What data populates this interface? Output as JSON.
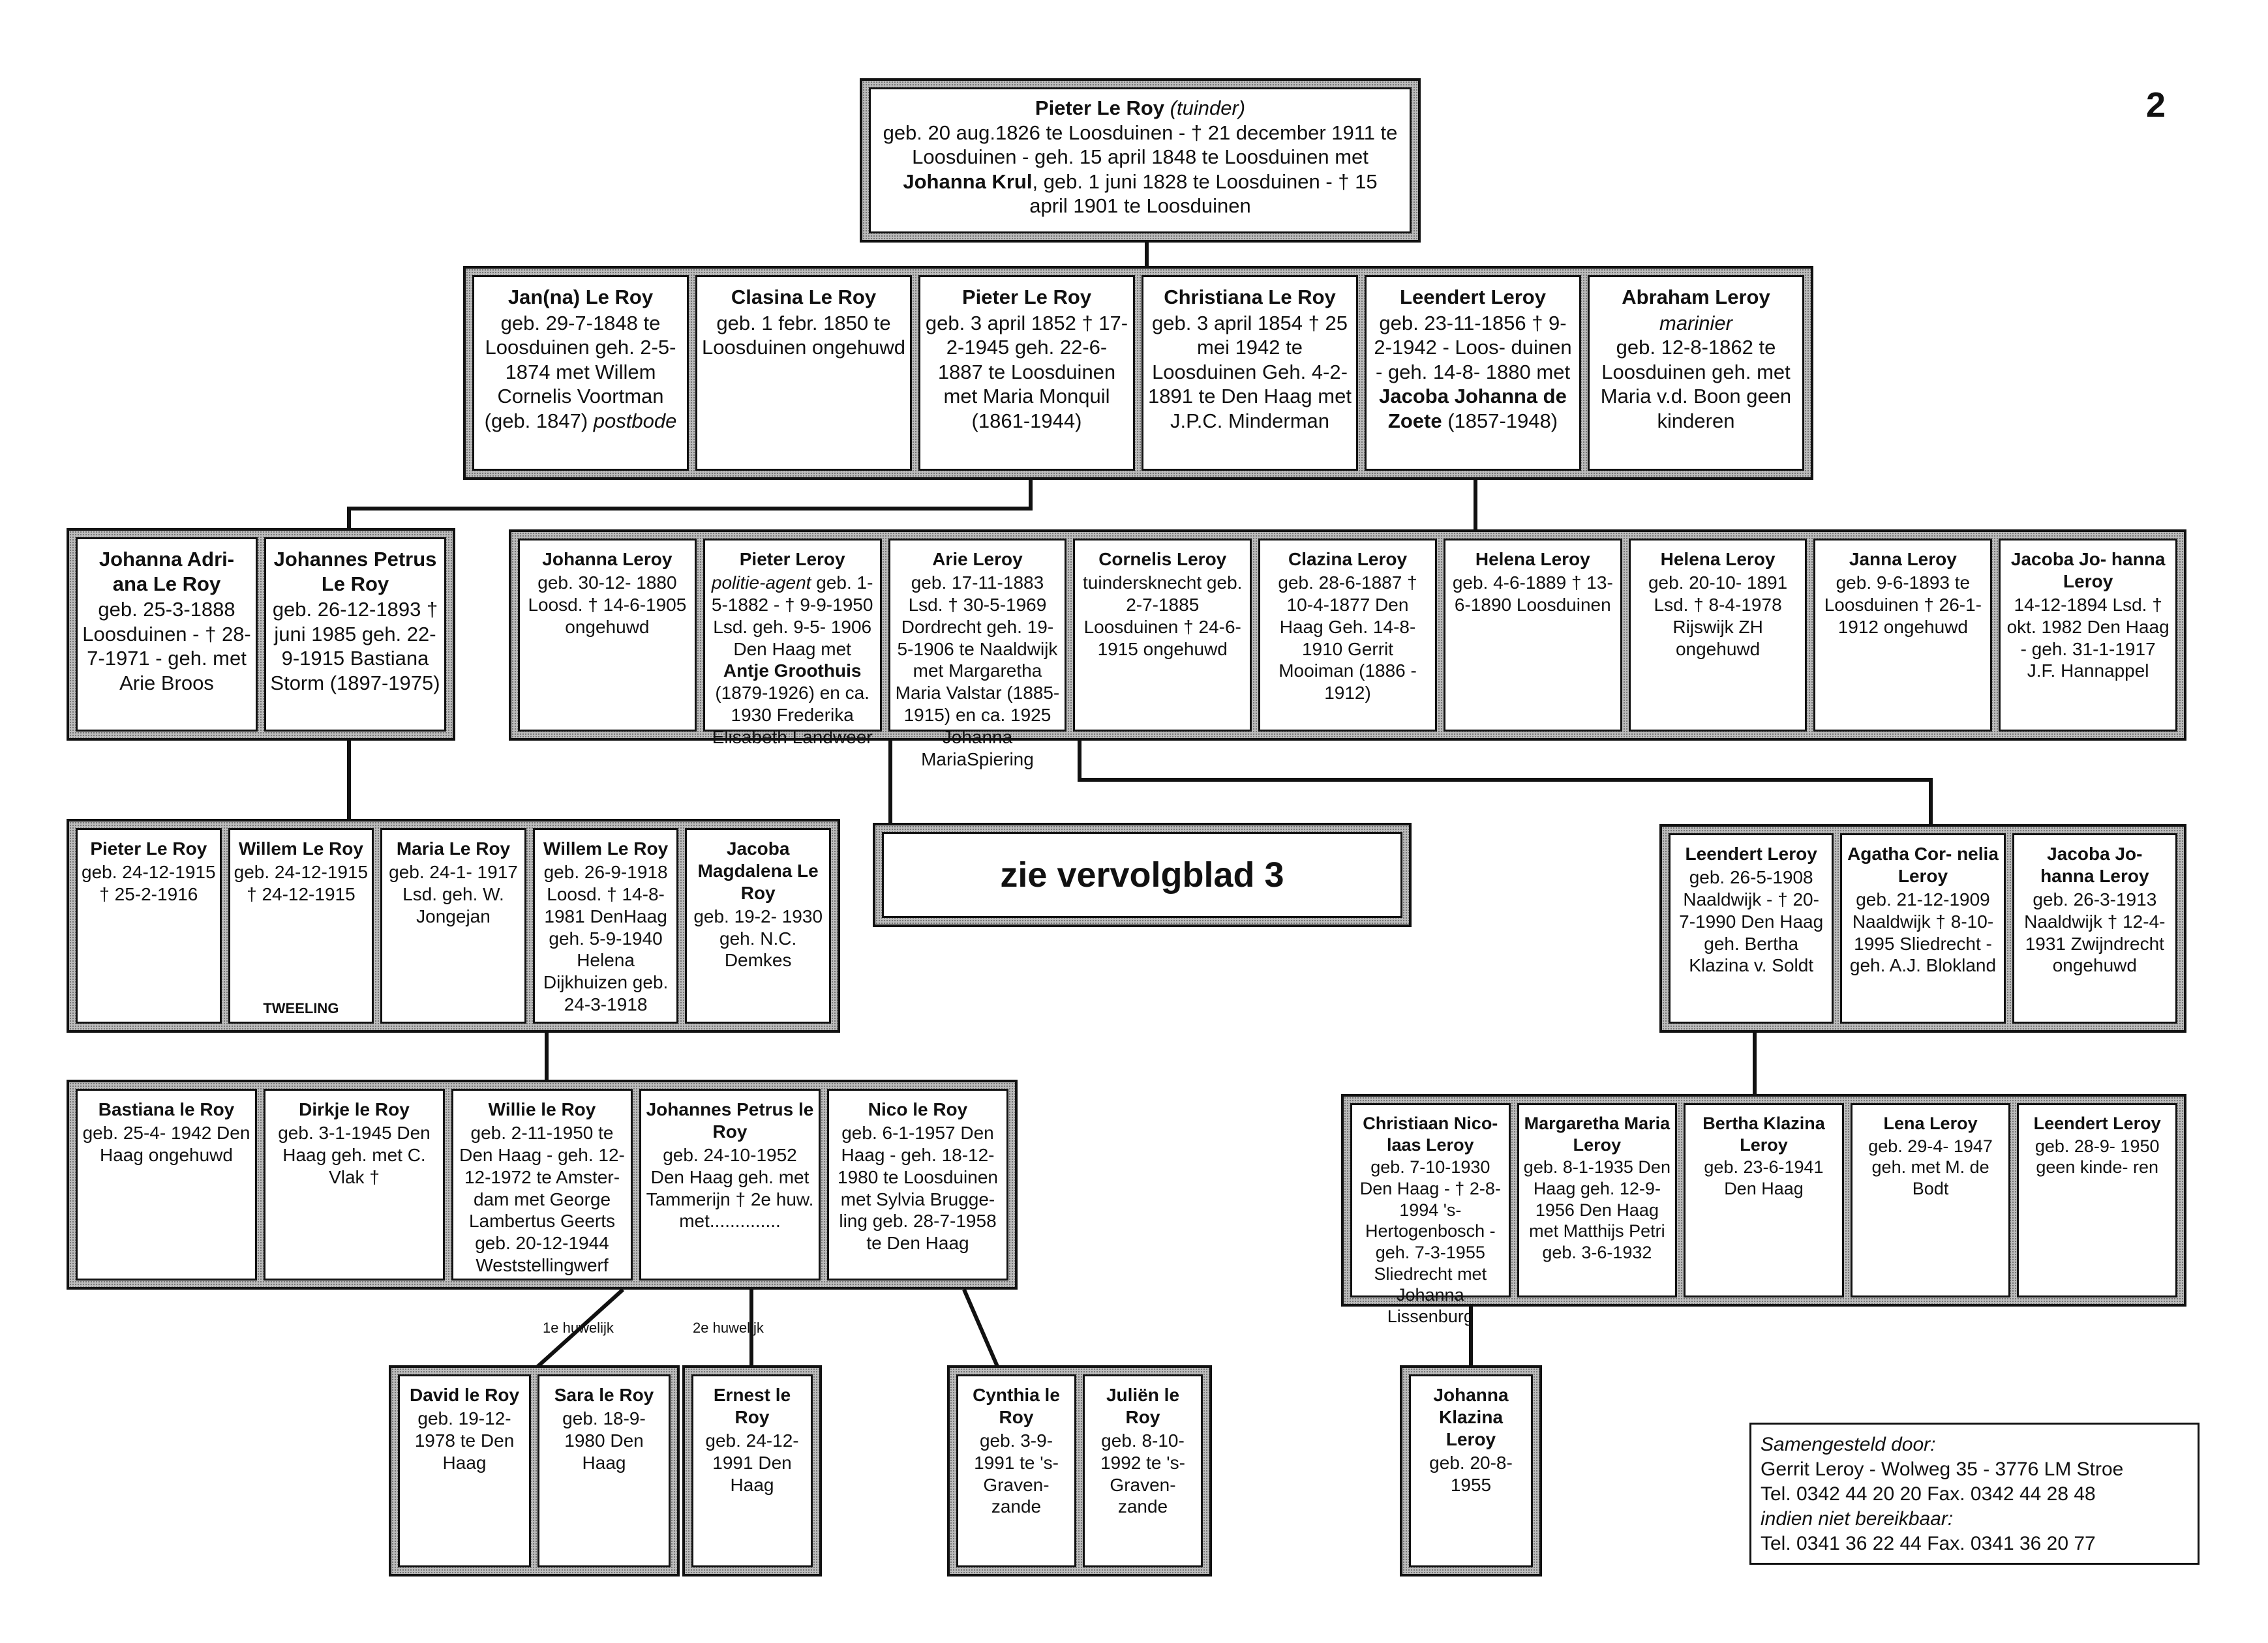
{
  "page_number": "2",
  "cross_reference": "zie vervolgblad 3",
  "edge_labels": {
    "first_marriage": "1e huwelijk",
    "second_marriage": "2e huwelijk"
  },
  "root": {
    "name": "Pieter Le Roy",
    "html": "<i>(tuinder)</i><br>geb. 20 aug.1826 te Loosduinen - † 21 december 1911 te Loosduinen - geh. 15 april 1848 te Loosduinen met <b>Johanna Krul</b>, geb. 1 juni 1828 te Loosduinen - † 15 april 1901 te Loosduinen"
  },
  "gen1": [
    {
      "name": "Jan(na) Le Roy",
      "html": "geb. 29-7-1848 te Loosduinen geh. 2-5-1874 met Willem Cornelis Voortman (geb. 1847) <i>postbode</i>"
    },
    {
      "name": "Clasina Le Roy",
      "html": "geb. 1 febr. 1850 te Loosduinen ongehuwd"
    },
    {
      "name": "Pieter Le Roy",
      "html": "geb. 3 april 1852 † 17-2-1945 geh. 22-6-1887 te Loosduinen met Maria Monquil (1861-1944)"
    },
    {
      "name": "Christiana Le Roy",
      "html": "geb. 3 april 1854 † 25 mei 1942 te Loosduinen Geh. 4-2-1891 te Den Haag met J.P.C. Minderman"
    },
    {
      "name": "Leendert Leroy",
      "html": "geb. 23-11-1856 † 9-2-1942 - Loos- duinen - geh. 14-8- 1880 met <b>Jacoba Johanna de Zoete</b> (1857-1948)"
    },
    {
      "name": "Abraham Leroy",
      "html": "<i>marinier</i><br>geb. 12-8-1862 te Loosduinen geh. met Maria v.d. Boon geen kinderen"
    }
  ],
  "gen2_left": [
    {
      "name": "Johanna Adri- ana Le Roy",
      "html": "geb. 25-3-1888 Loosduinen - † 28-7-1971 - geh. met Arie Broos"
    },
    {
      "name": "Johannes Petrus Le Roy",
      "html": "geb. 26-12-1893 † juni 1985 geh. 22-9-1915 Bastiana Storm (1897-1975)"
    }
  ],
  "gen2_right": [
    {
      "name": "Johanna Leroy",
      "html": "geb. 30-12- 1880 Loosd. † 14-6-1905 ongehuwd"
    },
    {
      "name": "Pieter Leroy",
      "html": "<i>politie-agent</i> geb. 1-5-1882 - † 9-9-1950 Lsd. geh. 9-5- 1906 Den Haag met <b>Antje Groothuis</b> (1879-1926) en ca. 1930 Frederika Elisabeth Landweer"
    },
    {
      "name": "Arie Leroy",
      "html": "geb. 17-11-1883 Lsd. † 30-5-1969 Dordrecht geh. 19-5-1906 te Naaldwijk met Margaretha Maria Valstar (1885-1915) en ca. 1925 Johanna MariaSpiering"
    },
    {
      "name": "Cornelis Leroy",
      "html": "tuindersknecht geb. 2-7-1885 Loosduinen † 24-6-1915 ongehuwd"
    },
    {
      "name": "Clazina Leroy",
      "html": "geb. 28-6-1887 † 10-4-1877 Den Haag Geh. 14-8-1910 Gerrit Mooiman (1886 - 1912)"
    },
    {
      "name": "Helena Leroy",
      "html": "geb. 4-6-1889 † 13-6-1890 Loosduinen"
    },
    {
      "name": "Helena Leroy",
      "html": "geb. 20-10- 1891 Lsd. † 8-4-1978 Rijswijk ZH ongehuwd"
    },
    {
      "name": "Janna Leroy",
      "html": "geb. 9-6-1893 te Loosduinen † 26-1-1912 ongehuwd"
    },
    {
      "name": "Jacoba Jo- hanna Leroy",
      "html": "14-12-1894 Lsd. † okt. 1982 Den Haag - geh. 31-1-1917 J.F. Hannappel"
    }
  ],
  "gen3_left": [
    {
      "name": "Pieter Le Roy",
      "html": "geb. 24-12-1915 † 25-2-1916"
    },
    {
      "name": "Willem Le Roy",
      "html": "geb. 24-12-1915 † 24-12-1915"
    },
    {
      "name": "Maria Le Roy",
      "html": "geb. 24-1- 1917 Lsd. geh. W. Jongejan"
    },
    {
      "name": "Willem Le Roy",
      "html": "geb. 26-9-1918 Loosd. † 14-8-1981 DenHaag geh. 5-9-1940 Helena Dijkhuizen geb. 24-3-1918"
    },
    {
      "name": "Jacoba Magdalena Le Roy",
      "html": "geb. 19-2- 1930 geh. N.C. Demkes"
    }
  ],
  "twin_note": "TWEELING",
  "gen3_right": [
    {
      "name": "Leendert Leroy",
      "html": "geb. 26-5-1908 Naaldwijk - † 20- 7-1990 Den Haag geh. Bertha Klazina v. Soldt"
    },
    {
      "name": "Agatha Cor- nelia Leroy",
      "html": "geb. 21-12-1909 Naaldwijk † 8-10-1995 Sliedrecht - geh. A.J. Blokland"
    },
    {
      "name": "Jacoba Jo- hanna Leroy",
      "html": "geb. 26-3-1913 Naaldwijk † 12-4-1931 Zwijndrecht ongehuwd"
    }
  ],
  "gen4_left": [
    {
      "name": "Bastiana le Roy",
      "html": "geb. 25-4- 1942 Den Haag ongehuwd"
    },
    {
      "name": "Dirkje le Roy",
      "html": "geb. 3-1-1945 Den Haag geh. met C. Vlak †"
    },
    {
      "name": "Willie le Roy",
      "html": "geb. 2-11-1950 te Den Haag - geh. 12- 12-1972 te Amster- dam met George Lambertus Geerts geb. 20-12-1944 Weststellingwerf"
    },
    {
      "name": "Johannes Petrus le Roy",
      "html": "geb. 24-10-1952 Den Haag geh. met Tammerijn † 2e huw. met.............."
    },
    {
      "name": "Nico le Roy",
      "html": "geb. 6-1-1957 Den Haag - geh. 18-12- 1980 te Loosduinen met Sylvia Brugge- ling geb. 28-7-1958 te Den Haag"
    }
  ],
  "gen4_right": [
    {
      "name": "Christiaan Nico- laas Leroy",
      "html": "geb. 7-10-1930 Den Haag - † 2-8-1994 's- Hertogenbosch - geh. 7-3-1955 Sliedrecht met Johanna Lissenburg"
    },
    {
      "name": "Margaretha Maria Leroy",
      "html": "geb. 8-1-1935 Den Haag geh. 12-9-1956 Den Haag met Matthijs Petri geb. 3-6-1932"
    },
    {
      "name": "Bertha Klazina Leroy",
      "html": "geb. 23-6-1941 Den Haag"
    },
    {
      "name": "Lena Leroy",
      "html": "geb. 29-4- 1947 geh. met M. de Bodt"
    },
    {
      "name": "Leendert Leroy",
      "html": "geb. 28-9- 1950 geen kinde- ren"
    }
  ],
  "gen5_david_sara": [
    {
      "name": "David le Roy",
      "html": "geb. 19-12- 1978 te Den Haag"
    },
    {
      "name": "Sara le Roy",
      "html": "geb. 18-9- 1980 Den Haag"
    }
  ],
  "gen5_ernest": [
    {
      "name": "Ernest le Roy",
      "html": "geb. 24-12- 1991 Den Haag"
    }
  ],
  "gen5_cynthia_julien": [
    {
      "name": "Cynthia le Roy",
      "html": "geb. 3-9- 1991 te 's-Graven- zande"
    },
    {
      "name": "Juliën le Roy",
      "html": "geb. 8-10- 1992 te 's-Graven- zande"
    }
  ],
  "gen5_johanna": [
    {
      "name": "Johanna Klazina Leroy",
      "html": "geb. 20-8- 1955"
    }
  ],
  "credit": {
    "label": "Samengesteld door:",
    "line1": "Gerrit Leroy - Wolweg 35 - 3776 LM  Stroe",
    "line2": "Tel. 0342 44 20 20  Fax. 0342 44 28 48",
    "label2": "indien niet bereikbaar:",
    "line3": "Tel. 0341 36 22 44  Fax. 0341 36 20 77"
  }
}
